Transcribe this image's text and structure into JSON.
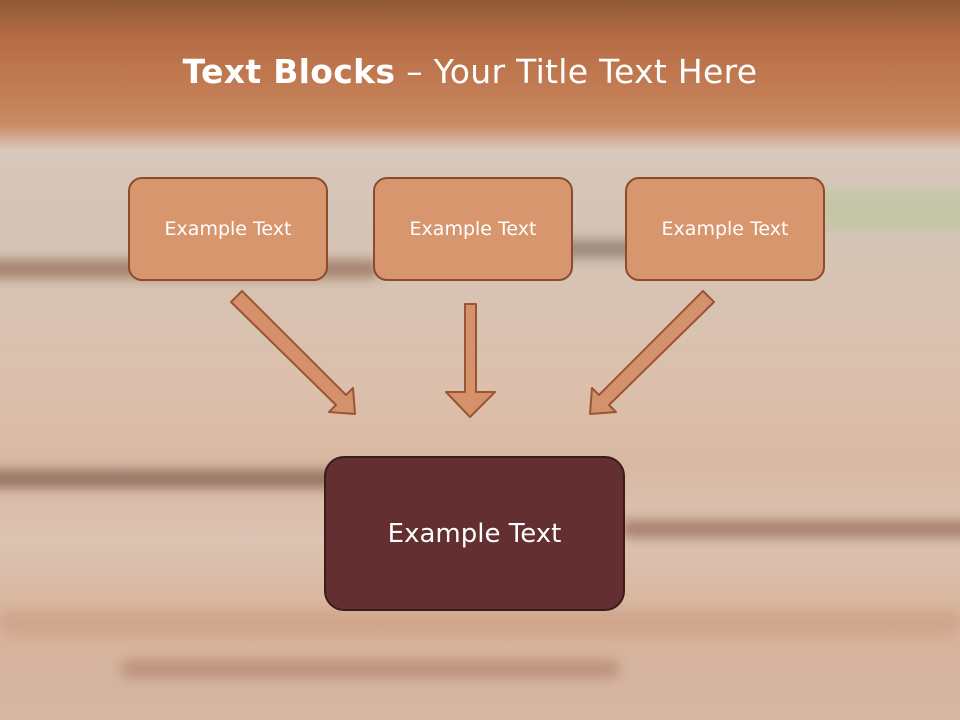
{
  "title": {
    "bold": "Text Blocks",
    "rest": " – Your Title Text Here"
  },
  "blocks": [
    {
      "label": "Example Text"
    },
    {
      "label": "Example Text"
    },
    {
      "label": "Example Text"
    }
  ],
  "result": {
    "label": "Example Text"
  },
  "colors": {
    "small_box_fill": "#d7966d",
    "small_box_border": "#8b4b2c",
    "result_fill": "#632f30",
    "arrow_fill": "#d5926a",
    "arrow_stroke": "#9a5535"
  }
}
